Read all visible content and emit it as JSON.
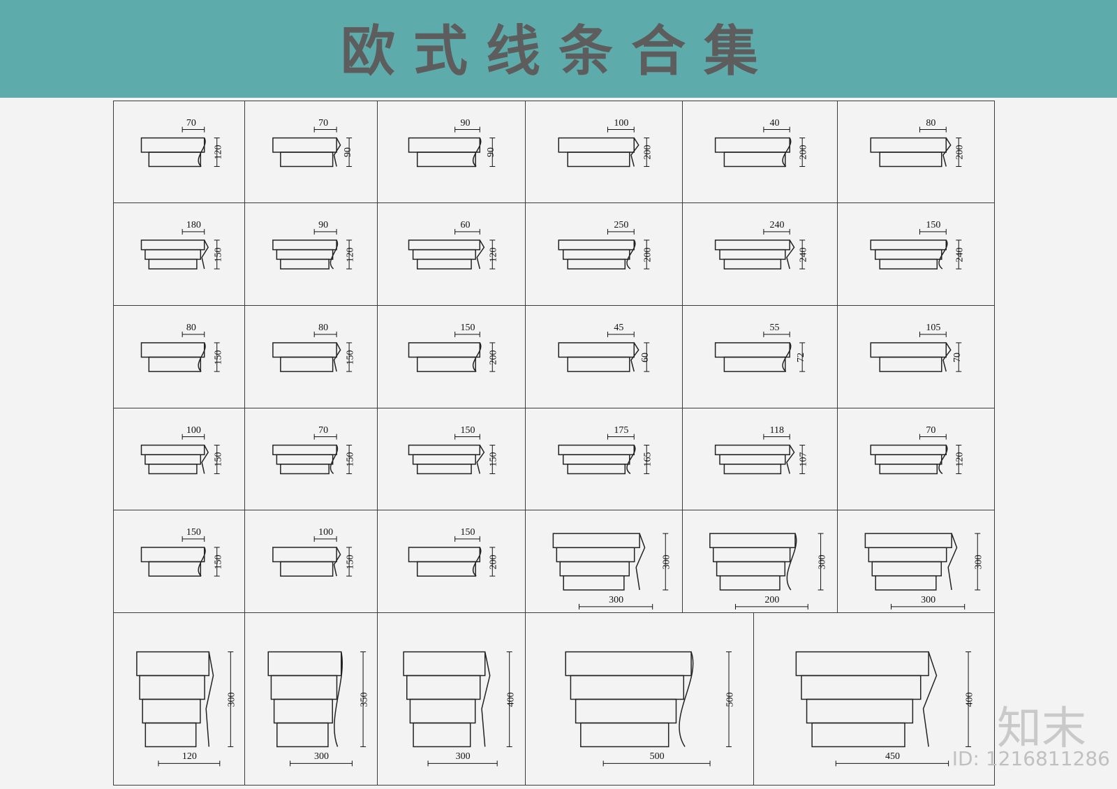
{
  "title": "欧式线条合集",
  "watermark_logo": "知末",
  "watermark_id": "ID: 1216811286",
  "rows": [
    {
      "cells": [
        {
          "w": "70",
          "h": "120"
        },
        {
          "w": "70",
          "h": "90"
        },
        {
          "w": "90",
          "h": "90"
        },
        {
          "w": "100",
          "h": "200"
        },
        {
          "w": "40",
          "h": "200"
        },
        {
          "w": "80",
          "h": "200"
        }
      ]
    },
    {
      "cells": [
        {
          "w": "180",
          "h": "150"
        },
        {
          "w": "90",
          "h": "120"
        },
        {
          "w": "60",
          "h": "120"
        },
        {
          "w": "250",
          "h": "200"
        },
        {
          "w": "240",
          "h": "240"
        },
        {
          "w": "150",
          "h": "240"
        }
      ]
    },
    {
      "cells": [
        {
          "w": "80",
          "h": "150"
        },
        {
          "w": "80",
          "h": "150"
        },
        {
          "w": "150",
          "h": "200"
        },
        {
          "w": "45",
          "h": "60"
        },
        {
          "w": "55",
          "h": "72"
        },
        {
          "w": "105",
          "h": "70"
        }
      ]
    },
    {
      "cells": [
        {
          "w": "100",
          "h": "150"
        },
        {
          "w": "70",
          "h": "150"
        },
        {
          "w": "150",
          "h": "150"
        },
        {
          "w": "175",
          "h": "165"
        },
        {
          "w": "118",
          "h": "107"
        },
        {
          "w": "70",
          "h": "120"
        }
      ]
    },
    {
      "cells": [
        {
          "w": "150",
          "h": "150"
        },
        {
          "w": "100",
          "h": "150"
        },
        {
          "w": "150",
          "h": "200"
        },
        {
          "w": "300",
          "h": "300"
        },
        {
          "w": "200",
          "h": "300"
        },
        {
          "w": "300",
          "h": "300"
        }
      ]
    },
    {
      "cells": [
        {
          "w": "120",
          "h": "300"
        },
        {
          "w": "300",
          "h": "350"
        },
        {
          "w": "300",
          "h": "400"
        },
        {
          "w": "500",
          "h": "500"
        },
        {
          "w": "450",
          "h": "400"
        }
      ]
    }
  ]
}
